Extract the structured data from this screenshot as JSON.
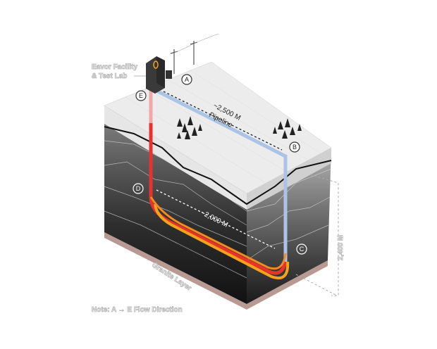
{
  "labels": {
    "facility": [
      "Eavor Facility",
      "& Test Lab"
    ],
    "horizontal_distance": "~2,500 M",
    "pipeline": "Pipeline",
    "lateral_distance": "~2,000 M",
    "depth": "2,400 M",
    "granite": "Granite Layer",
    "note": "Note: A → E Flow Direction"
  },
  "markers": [
    "A",
    "B",
    "C",
    "D",
    "E"
  ],
  "colors": {
    "hot_pipe": "#e8322a",
    "warm_pipe": "#f7a21b",
    "cold_pipe": "#a9c4e6",
    "ground_top": "#ececec",
    "rock_dark": "#1c1c1c",
    "granite": "#b89a92"
  }
}
